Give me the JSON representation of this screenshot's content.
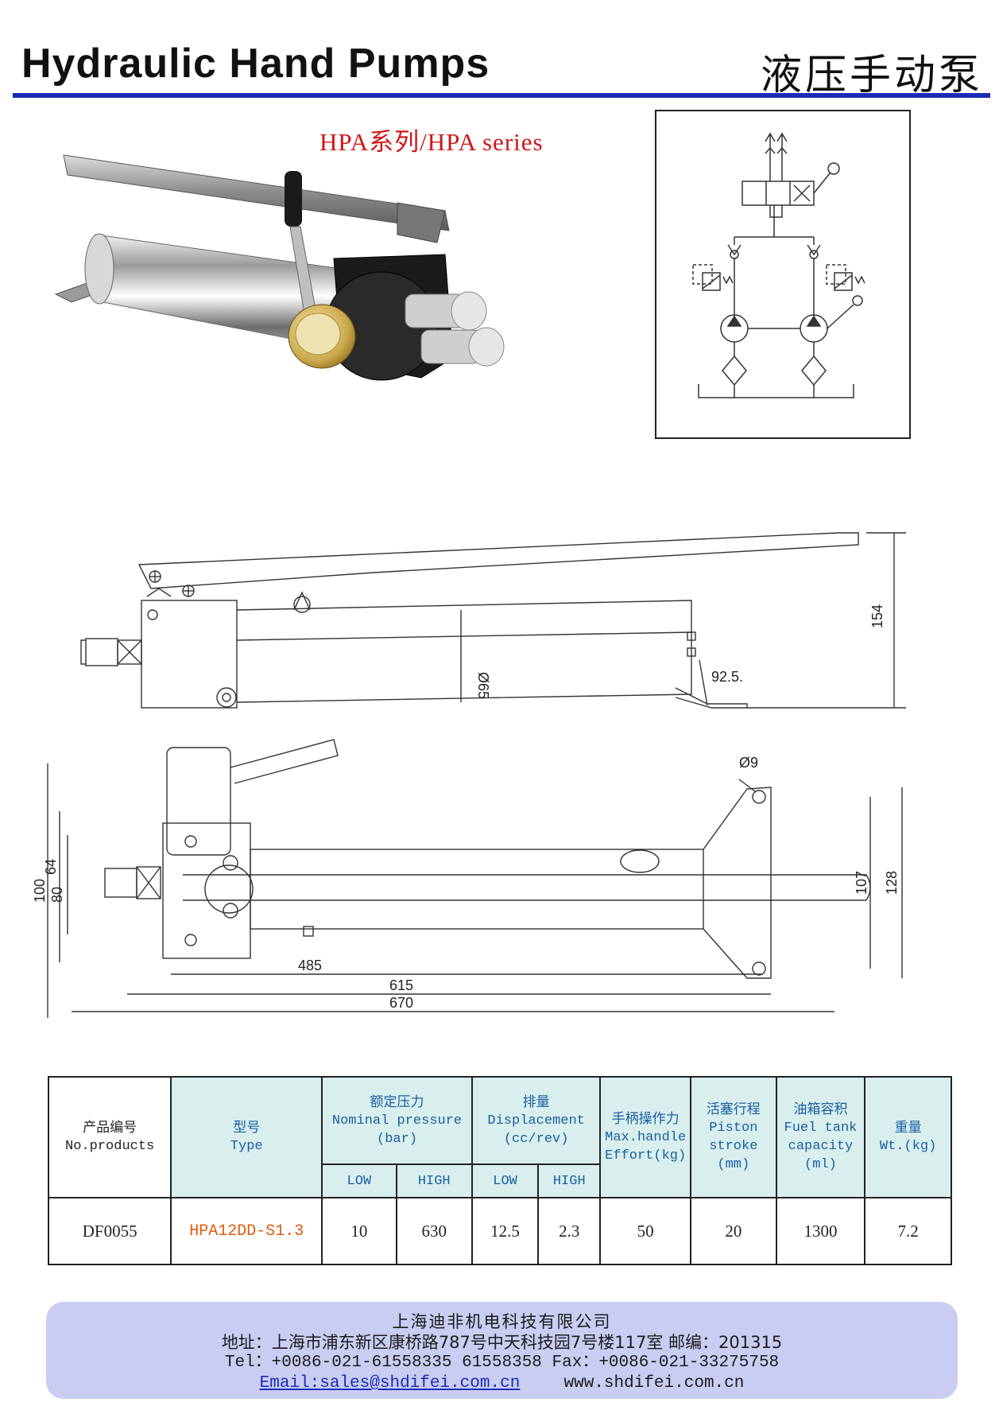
{
  "header": {
    "title_en": "Hydraulic Hand Pumps",
    "title_cn": "液压手动泵",
    "series": "HPA系列/HPA series",
    "rule_color": "#1a2bb8"
  },
  "drawings": {
    "side_view": {
      "height_label": "154",
      "bore_label": "Ø65",
      "foot_label": "92.5."
    },
    "top_view": {
      "hole_label": "Ø9",
      "left_labels": [
        "100",
        "80",
        "64"
      ],
      "right_labels": [
        "107",
        "128"
      ],
      "length_labels": [
        "485",
        "615",
        "670"
      ]
    }
  },
  "table": {
    "headers": {
      "product_no": {
        "cn": "产品编号",
        "en": "No.products"
      },
      "type": {
        "cn": "型号",
        "en": "Type"
      },
      "pressure": {
        "cn": "额定压力",
        "en": "Nominal pressure",
        "unit": "(bar)"
      },
      "displacement": {
        "cn": "排量",
        "en": "Displacement",
        "unit": "(cc/rev)"
      },
      "effort": {
        "cn": "手柄操作力",
        "en1": "Max.handle",
        "en2": "Effort(kg)"
      },
      "stroke": {
        "cn": "活塞行程",
        "en1": "Piston",
        "en2": "stroke",
        "unit": "(mm)"
      },
      "tank": {
        "cn": "油箱容积",
        "en1": "Fuel tank",
        "en2": "capacity",
        "unit": "(ml)"
      },
      "weight": {
        "cn": "重量",
        "en": "Wt.(kg)"
      },
      "low": "LOW",
      "high": "HIGH"
    },
    "row": {
      "product_no": "DF0055",
      "type": "HPA12DD-S1.3",
      "pressure_low": "10",
      "pressure_high": "630",
      "disp_low": "12.5",
      "disp_high": "2.3",
      "effort": "50",
      "stroke": "20",
      "tank": "1300",
      "weight": "7.2"
    }
  },
  "footer": {
    "company": "上海迪非机电科技有限公司",
    "address": "地址：上海市浦东新区康桥路787号中天科技园7号楼117室 邮编：201315",
    "phone": "Tel：+0086-021-61558335 61558358  Fax：+0086-021-33275758",
    "email": "Email:sales@shdifei.com.cn",
    "website": "www.shdifei.com.cn"
  }
}
